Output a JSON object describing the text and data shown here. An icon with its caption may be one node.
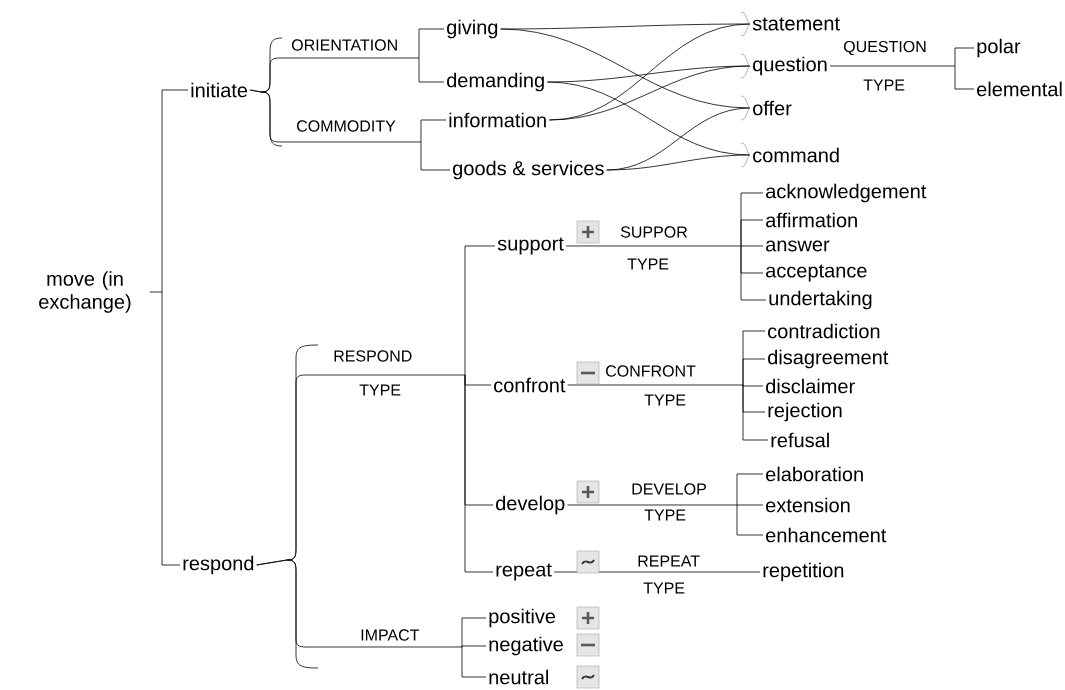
{
  "diagram": {
    "nodes": [
      {
        "text": [
          "move (in exchange)"
        ]
      },
      {
        "text": [
          "initiate"
        ]
      },
      {
        "text": [
          "respond"
        ]
      },
      {
        "text": [
          "giving"
        ]
      },
      {
        "text": [
          "demanding"
        ]
      },
      {
        "text": [
          "information"
        ]
      },
      {
        "text": [
          "goods & services"
        ]
      },
      {
        "text": [
          "statement"
        ]
      },
      {
        "text": [
          "question"
        ]
      },
      {
        "text": [
          "polar"
        ]
      },
      {
        "text": [
          "elemental"
        ]
      },
      {
        "text": [
          "offer"
        ]
      },
      {
        "text": [
          "command"
        ]
      },
      {
        "text": [
          "support"
        ]
      },
      {
        "text": [
          "acknowledgement"
        ]
      },
      {
        "text": [
          "affirmation"
        ]
      },
      {
        "text": [
          "answer"
        ]
      },
      {
        "text": [
          "acceptance"
        ]
      },
      {
        "text": [
          "undertaking"
        ]
      },
      {
        "text": [
          "confront"
        ]
      },
      {
        "text": [
          "contradiction"
        ]
      },
      {
        "text": [
          "disagreement"
        ]
      },
      {
        "text": [
          "disclaimer"
        ]
      },
      {
        "text": [
          "rejection"
        ]
      },
      {
        "text": [
          "refusal"
        ]
      },
      {
        "text": [
          "develop"
        ]
      },
      {
        "text": [
          "elaboration"
        ]
      },
      {
        "text": [
          "extension"
        ]
      },
      {
        "text": [
          "enhancement"
        ]
      },
      {
        "text": [
          "repeat"
        ]
      },
      {
        "text": [
          "repetition"
        ]
      },
      {
        "text": [
          "positive"
        ]
      },
      {
        "text": [
          "negative"
        ]
      },
      {
        "text": [
          "neutral"
        ]
      }
    ],
    "edges": [
      {
        "from": 0,
        "to": 1,
        "arrow": "none"
      },
      {
        "from": 0,
        "to": 2,
        "arrow": "none"
      },
      {
        "from": 1,
        "to": 3,
        "arrow": "none"
      },
      {
        "from": 1,
        "to": 4,
        "arrow": "none"
      },
      {
        "from": 1,
        "to": 5,
        "arrow": "none"
      },
      {
        "from": 1,
        "to": 6,
        "arrow": "none"
      },
      {
        "from": 8,
        "to": 9,
        "arrow": "none"
      },
      {
        "from": 8,
        "to": 10,
        "arrow": "none"
      },
      {
        "from": 2,
        "to": 13,
        "arrow": "none"
      },
      {
        "from": 2,
        "to": 19,
        "arrow": "none"
      },
      {
        "from": 2,
        "to": 25,
        "arrow": "none"
      },
      {
        "from": 2,
        "to": 29,
        "arrow": "none"
      },
      {
        "from": 2,
        "to": 31,
        "arrow": "none"
      },
      {
        "from": 2,
        "to": 32,
        "arrow": "none"
      },
      {
        "from": 2,
        "to": 33,
        "arrow": "none"
      },
      {
        "from": 13,
        "to": 14,
        "arrow": "none"
      },
      {
        "from": 13,
        "to": 15,
        "arrow": "none"
      },
      {
        "from": 13,
        "to": 16,
        "arrow": "none"
      },
      {
        "from": 13,
        "to": 17,
        "arrow": "none"
      },
      {
        "from": 13,
        "to": 18,
        "arrow": "none"
      },
      {
        "from": 19,
        "to": 20,
        "arrow": "none"
      },
      {
        "from": 19,
        "to": 21,
        "arrow": "none"
      },
      {
        "from": 19,
        "to": 22,
        "arrow": "none"
      },
      {
        "from": 19,
        "to": 23,
        "arrow": "none"
      },
      {
        "from": 19,
        "to": 24,
        "arrow": "none"
      },
      {
        "from": 25,
        "to": 26,
        "arrow": "none"
      },
      {
        "from": 25,
        "to": 27,
        "arrow": "none"
      },
      {
        "from": 25,
        "to": 28,
        "arrow": "none"
      },
      {
        "from": 29,
        "to": 30,
        "arrow": "none"
      },
      {
        "from": 3,
        "to": 7,
        "arrow": "none"
      },
      {
        "from": 3,
        "to": 11,
        "arrow": "none"
      },
      {
        "from": 4,
        "to": 8,
        "arrow": "none"
      },
      {
        "from": 4,
        "to": 12,
        "arrow": "none"
      },
      {
        "from": 5,
        "to": 7,
        "arrow": "none"
      },
      {
        "from": 5,
        "to": 8,
        "arrow": "none"
      },
      {
        "from": 6,
        "to": 11,
        "arrow": "none"
      },
      {
        "from": 6,
        "to": 12,
        "arrow": "none"
      }
    ],
    "labels": [
      "ORIENTATION",
      "QUESTION",
      "TYPE",
      "COMMODITY",
      "SUPPOR",
      "TYPE",
      "RESPOND",
      "CONFRONT",
      "TYPE",
      "TYPE",
      "DEVELOP",
      "TYPE",
      "REPEAT",
      "TYPE",
      "IMPACT"
    ]
  }
}
